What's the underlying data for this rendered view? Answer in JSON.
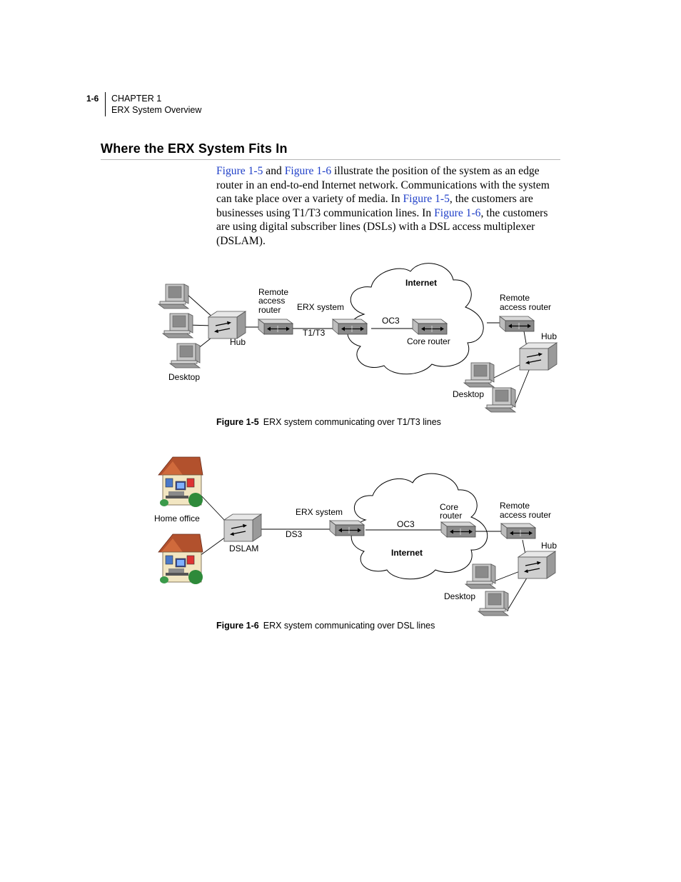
{
  "header": {
    "page_number": "1-6",
    "chapter": "CHAPTER 1",
    "chapter_title": "ERX System Overview"
  },
  "section": {
    "title": "Where the ERX System Fits In"
  },
  "body": {
    "link_fig5": "Figure 1-5",
    "t_and": " and ",
    "link_fig6": "Figure 1-6",
    "t_1": " illustrate the position of the system as an edge router in an end-to-end Internet network. Communications with the system can take place over a variety of media. In ",
    "link_fig5b": "Figure 1-5",
    "t_2": ", the customers are businesses using T1/T3 communication lines. In ",
    "link_fig6b": "Figure 1-6",
    "t_3": ", the customers are using digital subscriber lines (DSLs) with a DSL access multiplexer (DSLAM)."
  },
  "figure5": {
    "labels": {
      "internet": "Internet",
      "remote_left_1": "Remote",
      "remote_left_2": "access",
      "remote_left_3": "router",
      "erx_system": "ERX system",
      "oc3": "OC3",
      "remote_right_1": "Remote",
      "remote_right_2": "access router",
      "t1t3": "T1/T3",
      "hub_left": "Hub",
      "core_router": "Core router",
      "hub_right": "Hub",
      "desktop_left": "Desktop",
      "desktop_right": "Desktop"
    },
    "caption_num": "Figure 1-5",
    "caption_text": "ERX system communicating over T1/T3 lines"
  },
  "figure6": {
    "labels": {
      "home_office": "Home office",
      "erx_system": "ERX system",
      "core_1": "Core",
      "core_2": "router",
      "remote_1": "Remote",
      "remote_2": "access router",
      "oc3": "OC3",
      "ds3": "DS3",
      "dslam": "DSLAM",
      "internet": "Internet",
      "hub": "Hub",
      "desktop": "Desktop"
    },
    "caption_num": "Figure 1-6",
    "caption_text": "ERX system communicating over DSL lines"
  }
}
